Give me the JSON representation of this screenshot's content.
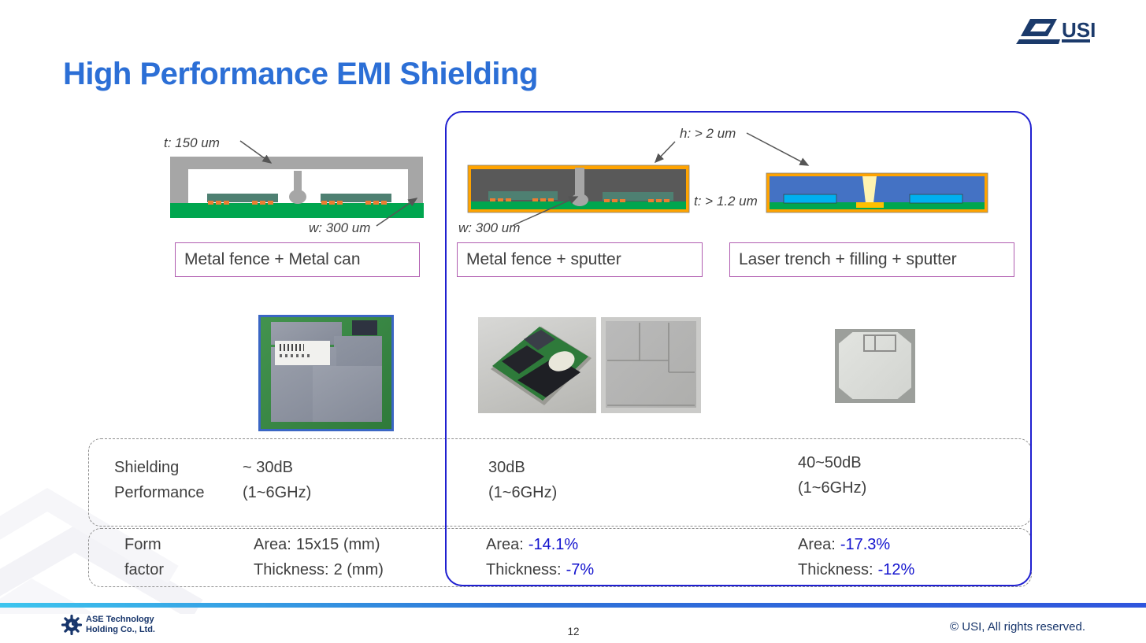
{
  "brand": {
    "logo_text": "USI"
  },
  "title": "High Performance EMI Shielding",
  "approaches": [
    {
      "name": "Metal fence + Metal can"
    },
    {
      "name": "Metal fence + sputter"
    },
    {
      "name": "Laser trench + filling + sputter"
    }
  ],
  "annotations": {
    "can_thickness": "t: 150 um",
    "can_fence_width": "w: 300 um",
    "sputter_fence_width": "w: 300 um",
    "sputter_top_coat": "h: > 2 um",
    "sputter_side_coat": "t: > 1.2 um"
  },
  "table": {
    "shielding_label": [
      "Shielding",
      "Performance"
    ],
    "shielding": [
      [
        "~ 30dB",
        "(1~6GHz)"
      ],
      [
        "30dB",
        "(1~6GHz)"
      ],
      [
        "40~50dB",
        "(1~6GHz)"
      ]
    ],
    "form_label": [
      "Form",
      "factor"
    ],
    "form": [
      {
        "area_label": "Area:",
        "area_value": "15x15 (mm)",
        "thickness_label": "Thickness:",
        "thickness_value": "2 (mm)"
      },
      {
        "area_label": "Area:",
        "area_value": "-14.1%",
        "thickness_label": "Thickness:",
        "thickness_value": "-7%"
      },
      {
        "area_label": "Area:",
        "area_value": "-17.3%",
        "thickness_label": "Thickness:",
        "thickness_value": "-12%"
      }
    ]
  },
  "footer": {
    "company": [
      "ASE Technology",
      "Holding Co., Ltd."
    ],
    "page": "12",
    "copyright": "© USI, All rights reserved."
  },
  "colors": {
    "title_blue": "#2c6fd6",
    "frame_blue": "#1f1fd0",
    "approach_border_purple": "#b05cb0",
    "value_blue": "#1313ce",
    "can_gray": "#a6a6a6",
    "mold_dark_gray": "#595959",
    "pcb_green": "#00a64f",
    "component_teal": "#4e8072",
    "bump_orange": "#ed7d31",
    "sputter_coat_orange": "#ffa300",
    "mold_blue": "#4472c4",
    "die_cyan": "#00b0f0",
    "trench_yellow": "#fff3b0",
    "pad_gold": "#ffc000",
    "footer_bar_left": "#3dc5ee",
    "footer_bar_right": "#2f55dd"
  }
}
